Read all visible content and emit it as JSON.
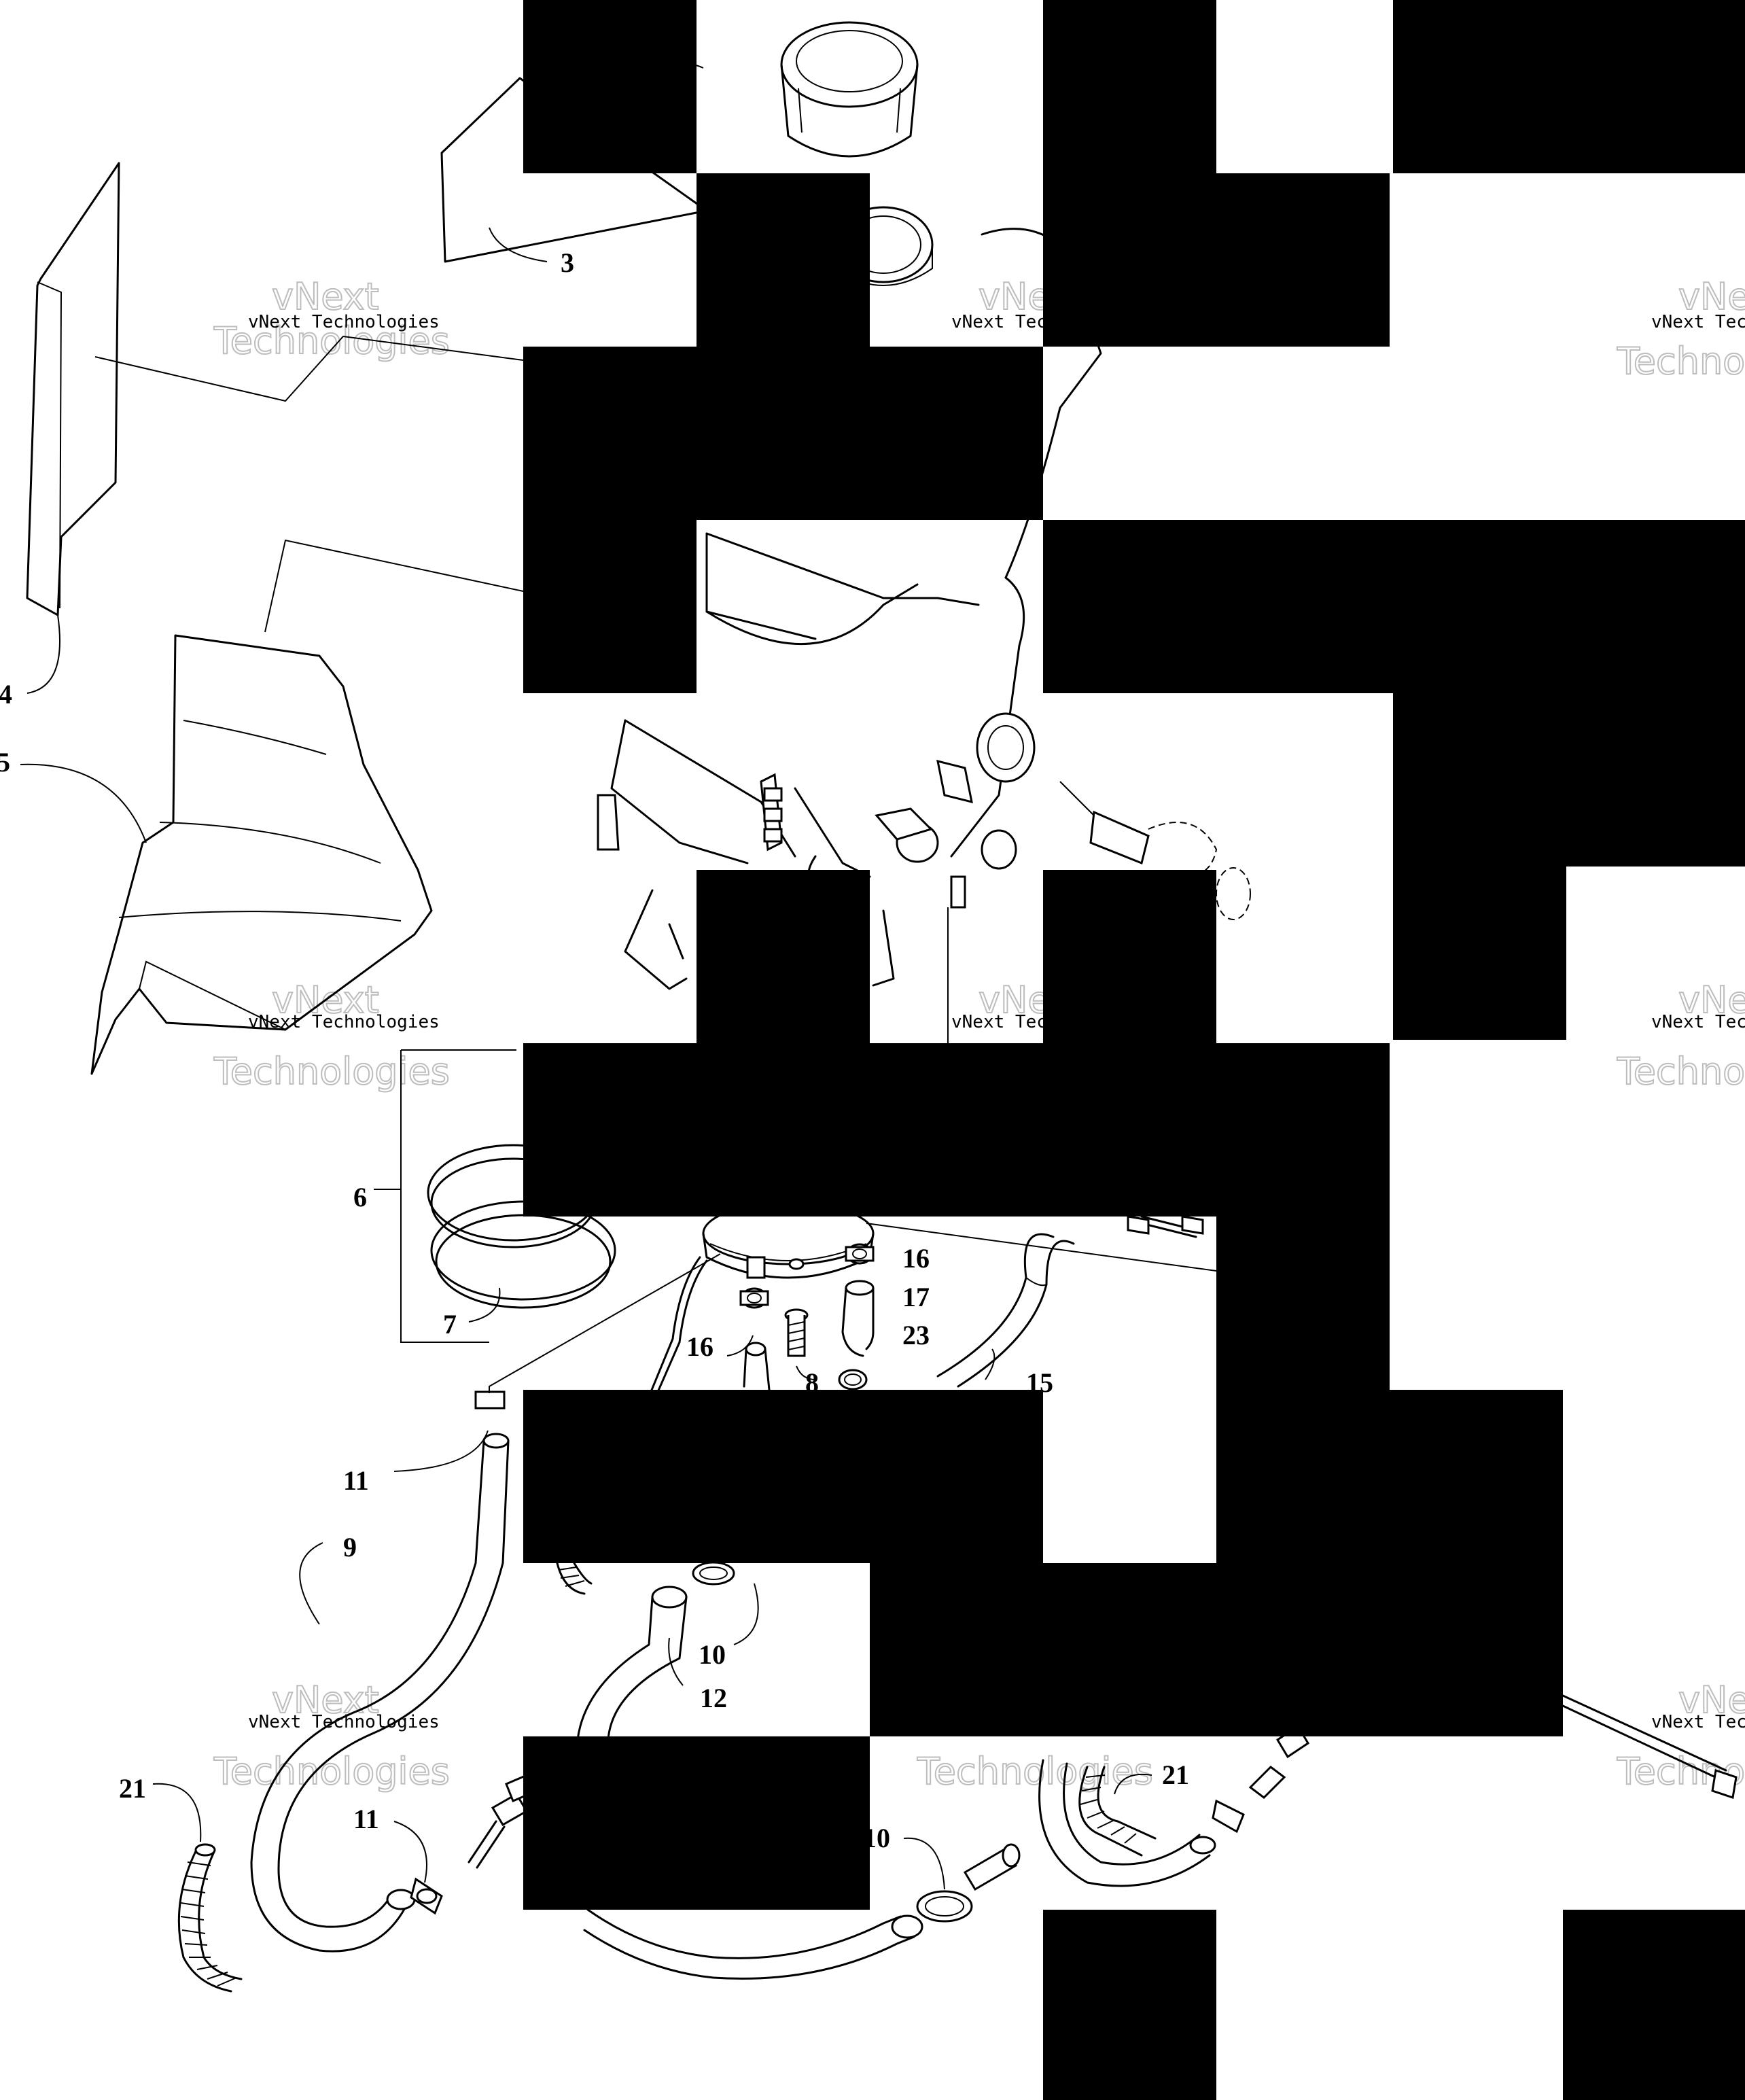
{
  "diagram": {
    "watermark": {
      "small": "vNext Technologies",
      "big_line1": "vNext",
      "big_line2": "Technologies"
    },
    "callouts": {
      "c3": "3",
      "c4": "4",
      "c5": "5",
      "c6": "6",
      "c7": "7",
      "c8": "8",
      "c9": "9",
      "c10a": "10",
      "c10b": "10",
      "c11a": "11",
      "c11b": "11",
      "c12": "12",
      "c15": "15",
      "c16a": "16",
      "c16b": "16",
      "c17": "17",
      "c21a": "21",
      "c21b": "21",
      "c23": "23"
    }
  }
}
